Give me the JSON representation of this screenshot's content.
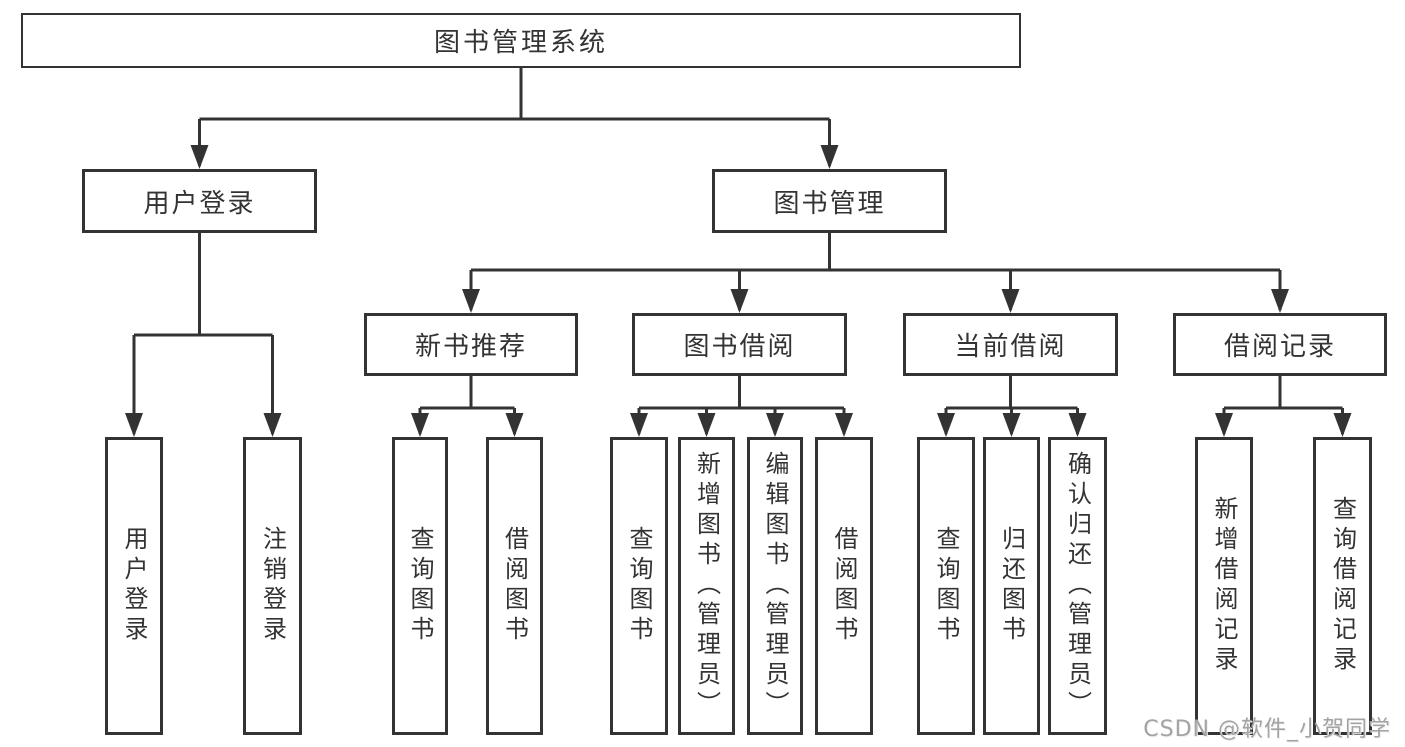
{
  "tree": {
    "label": "图书管理系统",
    "children": [
      {
        "label": "用户登录",
        "children": [
          {
            "label": "用户登录"
          },
          {
            "label": "注销登录"
          }
        ]
      },
      {
        "label": "图书管理",
        "children": [
          {
            "label": "新书推荐",
            "children": [
              {
                "label": "查询图书"
              },
              {
                "label": "借阅图书"
              }
            ]
          },
          {
            "label": "图书借阅",
            "children": [
              {
                "label": "查询图书"
              },
              {
                "label": "新增图书（管理员）"
              },
              {
                "label": "编辑图书（管理员）"
              },
              {
                "label": "借阅图书"
              }
            ]
          },
          {
            "label": "当前借阅",
            "children": [
              {
                "label": "查询图书"
              },
              {
                "label": "归还图书"
              },
              {
                "label": "确认归还（管理员）"
              }
            ]
          },
          {
            "label": "借阅记录",
            "children": [
              {
                "label": "新增借阅记录"
              },
              {
                "label": "查询借阅记录"
              }
            ]
          }
        ]
      }
    ]
  },
  "watermark": {
    "text": "CSDN @软件_小贺同学"
  },
  "colors": {
    "line": "#333333",
    "box_border": "#333333",
    "text": "#333333",
    "background": "#ffffff",
    "watermark": "#a3a3a3"
  }
}
